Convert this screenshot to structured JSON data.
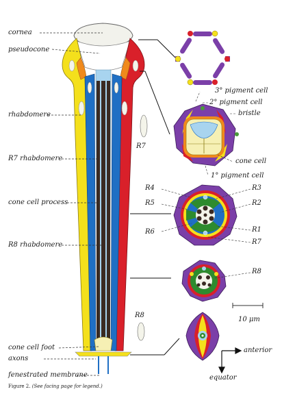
{
  "labels_left": {
    "cornea": "cornea",
    "pseudocone": "pseudocone",
    "rhabdomere": "rhabdomere",
    "r7_rhabdomere": "R7 rhabdomere",
    "cone_cell_process": "cone cell process",
    "r8_rhabdomere": "R8 rhabdomere",
    "cone_cell_foot": "cone cell foot",
    "axons": "axons",
    "fenestrated_membrane": "fenestrated membrane"
  },
  "labels_middle": {
    "r7": "R7",
    "r8": "R8"
  },
  "labels_right": {
    "pigment3": "3° pigment cell",
    "pigment2": "2° pigment cell",
    "bristle": "bristle",
    "cone_cell": "cone cell",
    "pigment1": "1° pigment cell",
    "r3": "R3",
    "r4": "R4",
    "r2": "R2",
    "r5": "R5",
    "r1": "R1",
    "r6": "R6",
    "r7": "R7",
    "r8": "R8"
  },
  "scale_bar": "10 μm",
  "orientation": {
    "anterior": "anterior",
    "equator": "equator"
  },
  "caption": {
    "figure": "Figure 2.",
    "note": "(See facing page for legend.)"
  },
  "colors": {
    "yellow": "#f4e01c",
    "red": "#d9202a",
    "blue": "#1f6fc4",
    "purple": "#7b3fa8",
    "orange": "#f08a1c",
    "green": "#2e8b2e",
    "dark": "#3a2a22",
    "pale_yellow": "#f6f0b4",
    "light_blue": "#a8d4ef"
  }
}
